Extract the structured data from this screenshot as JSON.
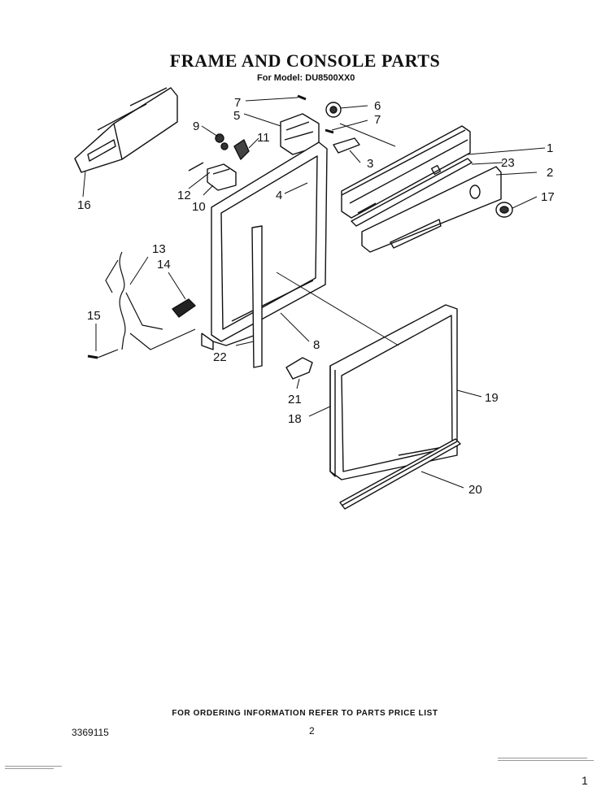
{
  "header": {
    "title": "FRAME AND CONSOLE PARTS",
    "model": "For Model: DU8500XX0"
  },
  "callouts": [
    "1",
    "2",
    "3",
    "4",
    "5",
    "6",
    "7",
    "7",
    "8",
    "9",
    "10",
    "11",
    "12",
    "13",
    "14",
    "15",
    "16",
    "17",
    "18",
    "19",
    "20",
    "21",
    "22",
    "23"
  ],
  "footer": {
    "ordering_note": "FOR ORDERING INFORMATION REFER TO PARTS PRICE LIST",
    "document_number": "3369115",
    "page_number": "2",
    "corner_mark": "1"
  }
}
